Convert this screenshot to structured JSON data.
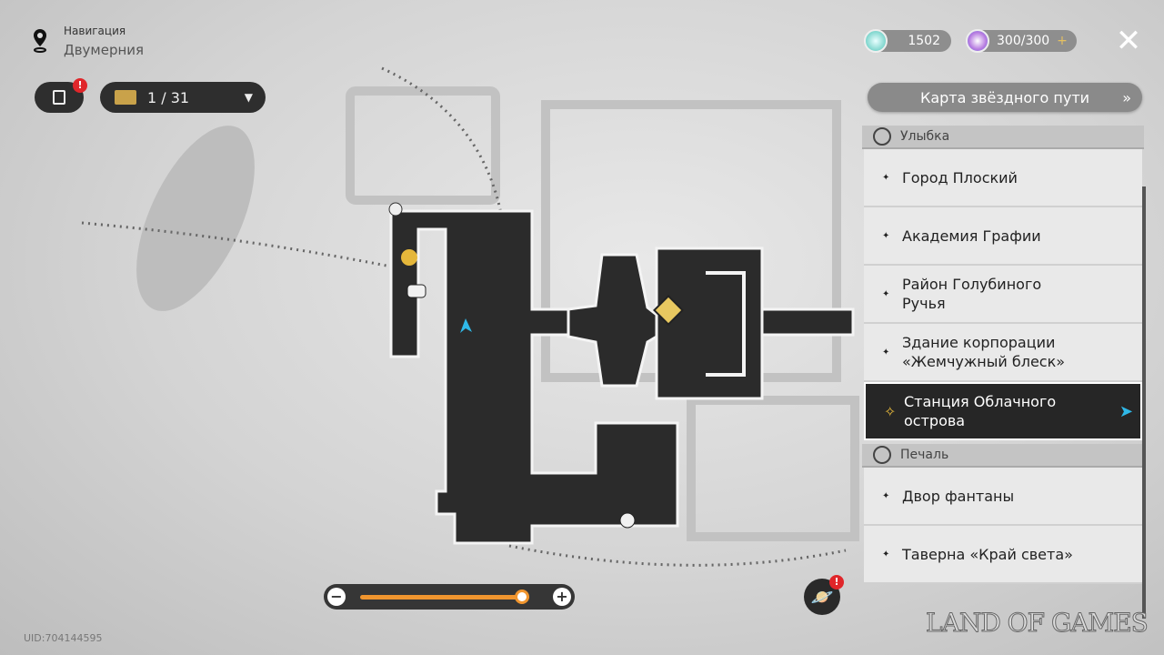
{
  "nav": {
    "label": "Навигация",
    "location": "Двумерния"
  },
  "quest": {
    "badge": "!"
  },
  "chest": {
    "count": "1 / 31"
  },
  "currency": {
    "jade": "1502",
    "power": "300/300",
    "add": "+"
  },
  "close": "✕",
  "starmap": {
    "label": "Карта звёздного пути",
    "chevron": "»"
  },
  "groups": [
    {
      "title": "Улыбка",
      "items": [
        "Город Плоский",
        "Академия Графии",
        "Район Голубиного Ручья",
        "Здание корпорации «Жемчужный блеск»",
        "Станция Облачного острова"
      ]
    },
    {
      "title": "Печаль",
      "items": [
        "Двор фантаны",
        "Таверна «Край света»"
      ]
    }
  ],
  "selected_index": 4,
  "zoom": {
    "minus": "−",
    "plus": "+",
    "level": 0.95
  },
  "planet_badge": "!",
  "uid": "UID:704144595",
  "watermark": "LAND OF GAMES",
  "colors": {
    "accent": "#f0952e",
    "selected_arrow": "#2fb8e8",
    "badge": "#e0262a"
  }
}
